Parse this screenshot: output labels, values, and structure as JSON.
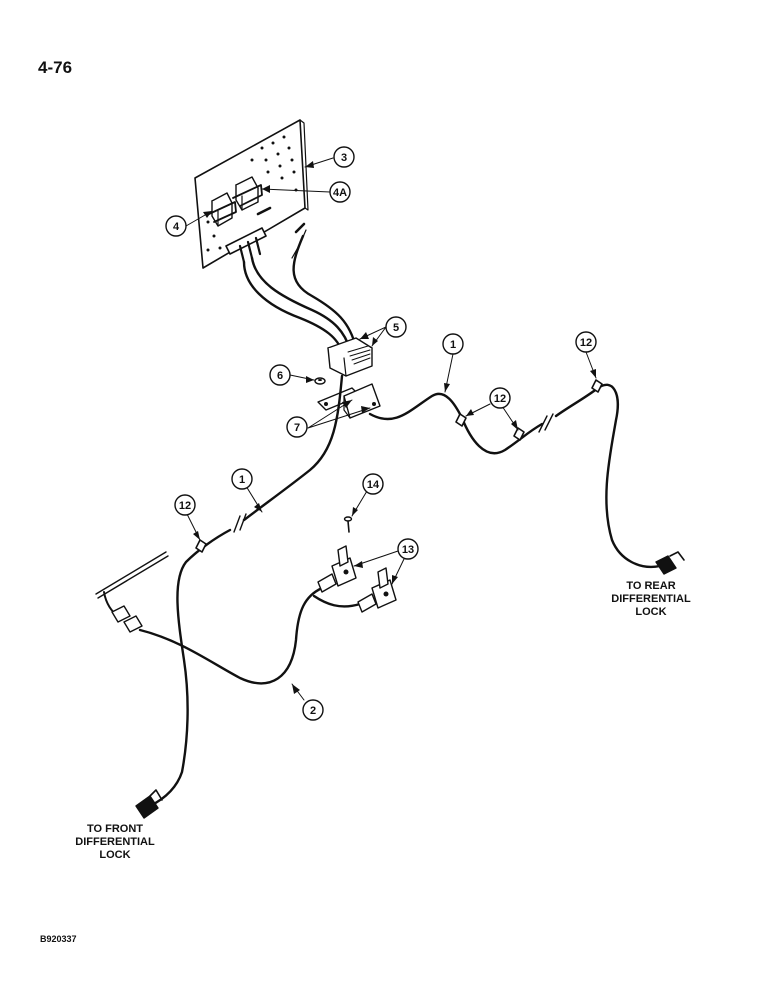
{
  "page_number": "4-76",
  "doc_code": "B920337",
  "destinations": {
    "rear": [
      "TO REAR",
      "DIFFERENTIAL",
      "LOCK"
    ],
    "front": [
      "TO FRONT",
      "DIFFERENTIAL",
      "LOCK"
    ]
  },
  "callouts": [
    "1",
    "1",
    "2",
    "3",
    "4",
    "4A",
    "5",
    "6",
    "7",
    "12",
    "12",
    "12",
    "13",
    "14"
  ]
}
